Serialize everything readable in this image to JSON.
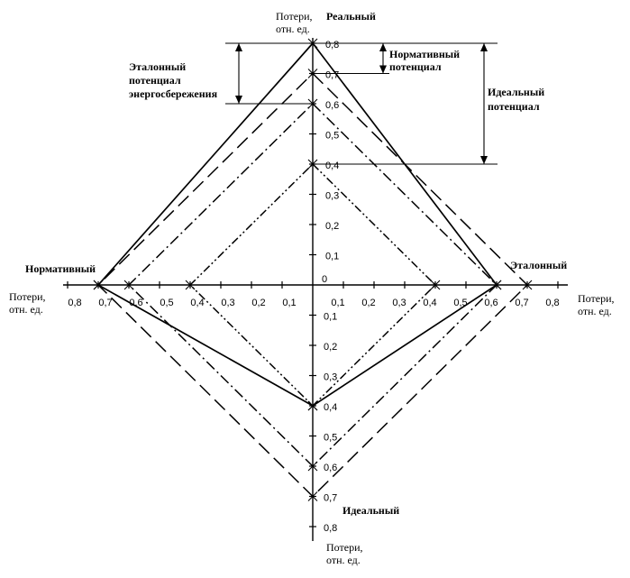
{
  "axis_unit_label": [
    "Потери,",
    "отн. ед."
  ],
  "axes": {
    "top": "Реальный",
    "left": "Нормативный",
    "right": "Эталонный",
    "bottom": "Идеальный"
  },
  "ticks": [
    "0,1",
    "0,2",
    "0,3",
    "0,4",
    "0,5",
    "0,6",
    "0,7",
    "0,8"
  ],
  "origin_label": "0",
  "annotations": {
    "reference_potential": [
      "Эталонный",
      "потенциал",
      "энергосбережения"
    ],
    "normative_potential": [
      "Нормативный",
      "потенциал"
    ],
    "ideal_potential": [
      "Идеальный",
      "потенциал"
    ]
  },
  "chart_data": {
    "type": "radar",
    "axes_order": [
      "top",
      "right",
      "bottom",
      "left"
    ],
    "axis_range": [
      0,
      0.8
    ],
    "series": [
      {
        "values": [
          0.8,
          0.6,
          0.4,
          0.7
        ],
        "style": "solid"
      },
      {
        "values": [
          0.7,
          0.7,
          0.7,
          0.7
        ],
        "style": "long-dash"
      },
      {
        "values": [
          0.6,
          0.6,
          0.6,
          0.6
        ],
        "style": "dash-dot"
      },
      {
        "values": [
          0.4,
          0.4,
          0.4,
          0.4
        ],
        "style": "dash-dot-dot"
      }
    ]
  }
}
